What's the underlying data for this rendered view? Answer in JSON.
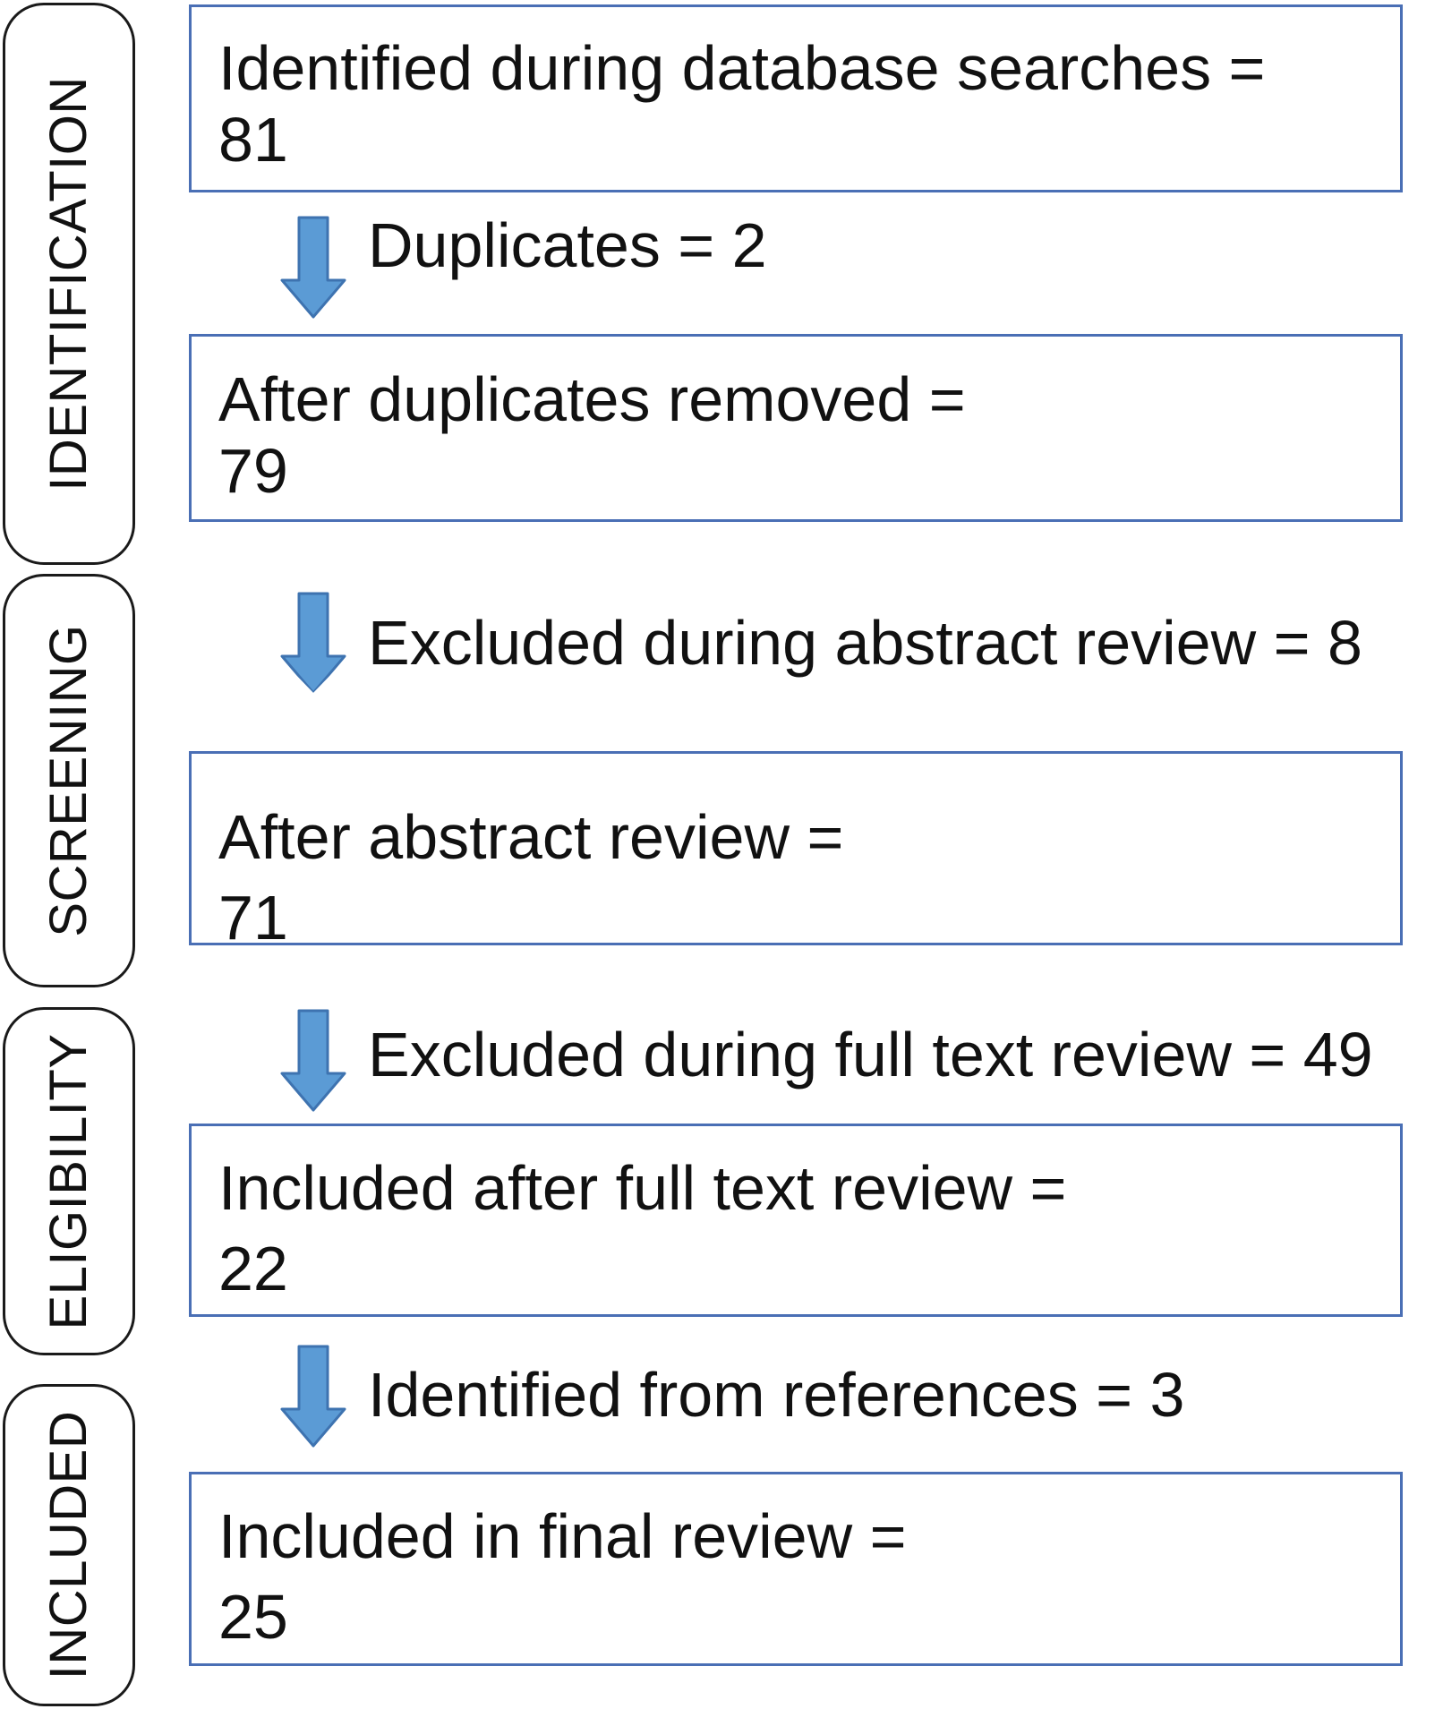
{
  "stages": [
    {
      "label": "IDENTIFICATION"
    },
    {
      "label": "SCREENING"
    },
    {
      "label": "ELIGIBILITY"
    },
    {
      "label": "INCLUDED"
    }
  ],
  "boxes": [
    {
      "line1": "Identified during database searches =",
      "line2": "81"
    },
    {
      "line1": "After duplicates removed =",
      "line2": "79"
    },
    {
      "line1": "After abstract review =",
      "line2": "71"
    },
    {
      "line1": "Included after full text review =",
      "line2": "22"
    },
    {
      "line1": "Included in final review =",
      "line2": "25"
    }
  ],
  "transitions": [
    {
      "label": "Duplicates = 2"
    },
    {
      "label": "Excluded during abstract review = 8"
    },
    {
      "label": "Excluded during full text review = 49"
    },
    {
      "label": "Identified from references = 3"
    }
  ],
  "colors": {
    "box_border": "#4a6fb5",
    "arrow_fill": "#5b9bd5",
    "arrow_stroke": "#3e73b0",
    "pill_border": "#1a1a1a"
  }
}
